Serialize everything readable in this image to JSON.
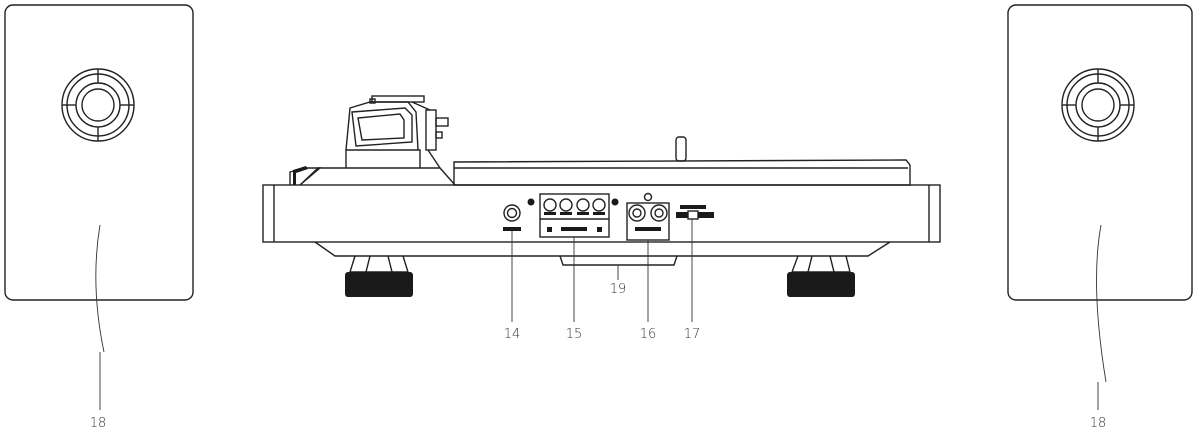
{
  "callouts": {
    "headphone_jack": "14",
    "speaker_terminals": "15",
    "rca_output": "16",
    "phono_line_switch": "17",
    "speaker_left": "18",
    "speaker_right": "18",
    "base": "19"
  }
}
